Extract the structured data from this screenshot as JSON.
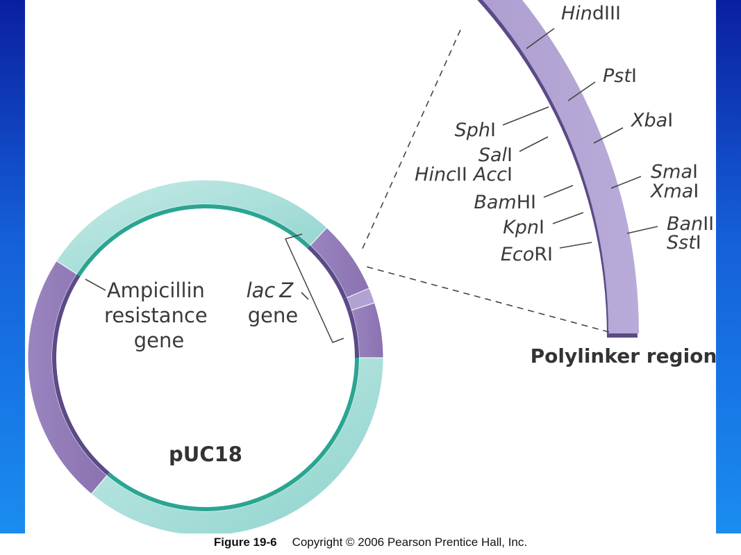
{
  "plasmid": {
    "name": "pUC18",
    "gene_amp": [
      "Ampicillin",
      "resistance",
      "gene"
    ],
    "gene_lacz": {
      "italic": "lac",
      "italic2": "Z",
      "line2": "gene"
    }
  },
  "polylinker": {
    "title": "Polylinker region",
    "sites_left": [
      {
        "italic": "Sph",
        "roman": "I"
      },
      {
        "italic": "Sal",
        "roman": "I"
      },
      {
        "italic": "Hinc",
        "roman": "II",
        "italic2": "Acc",
        "roman2": "I"
      },
      {
        "italic": "Bam",
        "roman": "HI"
      },
      {
        "italic": "Kpn",
        "roman": "I"
      },
      {
        "italic": "Eco",
        "roman": "RI"
      }
    ],
    "sites_right": [
      {
        "italic": "Hin",
        "roman": "dIII"
      },
      {
        "italic": "Pst",
        "roman": "I"
      },
      {
        "italic": "Xba",
        "roman": "I"
      },
      {
        "italic": "Sma",
        "roman": "I"
      },
      {
        "italic": "Xma",
        "roman": "I"
      },
      {
        "italic": "Ban",
        "roman": "II"
      },
      {
        "italic": "Sst",
        "roman": "I"
      }
    ]
  },
  "caption": {
    "figure": "Figure 19-6",
    "copyright": "Copyright © 2006 Pearson Prentice Hall, Inc."
  },
  "colors": {
    "teal_band": "#a9dcd8",
    "teal_edge": "#2aa592",
    "purple_band": "#8e78b5",
    "purple_edge": "#5b4a86",
    "polylinker": "#b0a2d2",
    "polylinker_edge": "#5b4a86",
    "frame_gradient_top": "#0a1fa0",
    "frame_gradient_bottom": "#1a8cf0"
  }
}
